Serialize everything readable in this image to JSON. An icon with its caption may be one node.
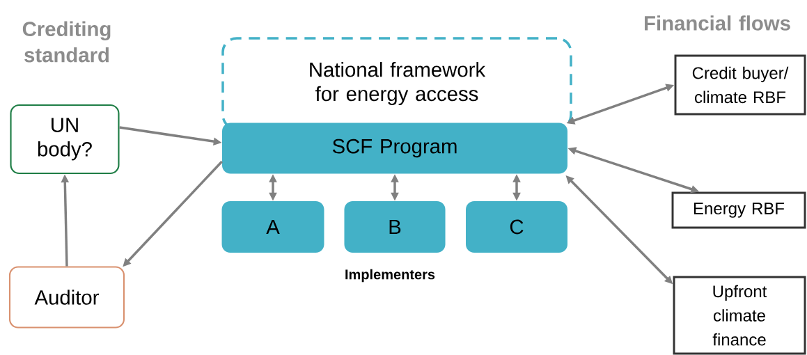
{
  "diagram": {
    "nodes": [
      {
        "text": [
          "National framework for energy access"
        ]
      },
      {
        "text": [
          "SCF Program"
        ]
      },
      {
        "text": [
          "A"
        ]
      },
      {
        "text": [
          "B"
        ]
      },
      {
        "text": [
          "C"
        ]
      },
      {
        "text": [
          "UN body?"
        ]
      },
      {
        "text": [
          "Auditor"
        ]
      },
      {
        "text": [
          "Credit buyer/ climate RBF"
        ]
      },
      {
        "text": [
          "Energy RBF"
        ]
      },
      {
        "text": [
          "Upfront climate finance"
        ]
      }
    ],
    "edges": [
      {
        "from": 5,
        "to": 1,
        "arrow": "to"
      },
      {
        "from": 1,
        "to": 6,
        "arrow": "to"
      },
      {
        "from": 6,
        "to": 5,
        "arrow": "to"
      },
      {
        "from": 1,
        "to": 2,
        "arrow": "both"
      },
      {
        "from": 1,
        "to": 3,
        "arrow": "both"
      },
      {
        "from": 1,
        "to": 4,
        "arrow": "both"
      },
      {
        "from": 1,
        "to": 7,
        "arrow": "both"
      },
      {
        "from": 1,
        "to": 8,
        "arrow": "both"
      },
      {
        "from": 1,
        "to": 9,
        "arrow": "both"
      }
    ],
    "labels": [
      "Crediting standard",
      "Financial flows",
      "Implementers"
    ]
  }
}
